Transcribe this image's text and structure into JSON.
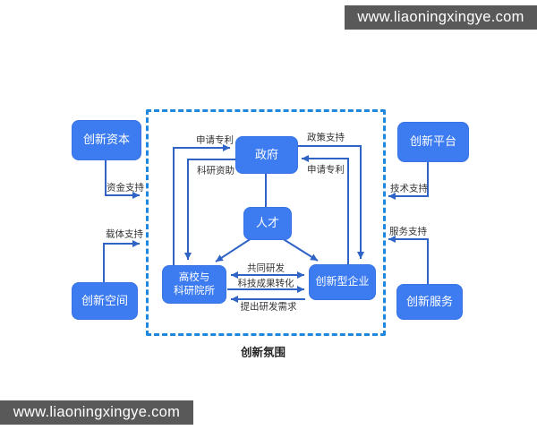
{
  "header_bar": {
    "url": "www.liaoningxingye.com"
  },
  "footer_bar": {
    "url": "www.liaoningxingye.com"
  },
  "colors": {
    "node_blue": "#3c7bf0",
    "line_blue": "#2f63c6",
    "dash_border_blue": "#1f87dd",
    "watermark_bar_gray": "#595959",
    "label_text": "#333333"
  },
  "diagram": {
    "caption": "创新氛围",
    "nodes": {
      "capital": "创新资本",
      "platform": "创新平台",
      "space": "创新空间",
      "service": "创新服务",
      "government": "政府",
      "talent": "人才",
      "university": "高校与\n科研院所",
      "enterprise": "创新型企业"
    },
    "edge_labels": {
      "funding": "资金支持",
      "carrier": "载体支持",
      "technology": "技术支持",
      "service_support": "服务支持",
      "patent_left": "申请专利",
      "research_grant": "科研资助",
      "policy": "政策支持",
      "patent_right": "申请专利",
      "joint_rd": "共同研发",
      "achievement_transform": "科技成果转化",
      "rd_demand": "提出研发需求"
    }
  }
}
